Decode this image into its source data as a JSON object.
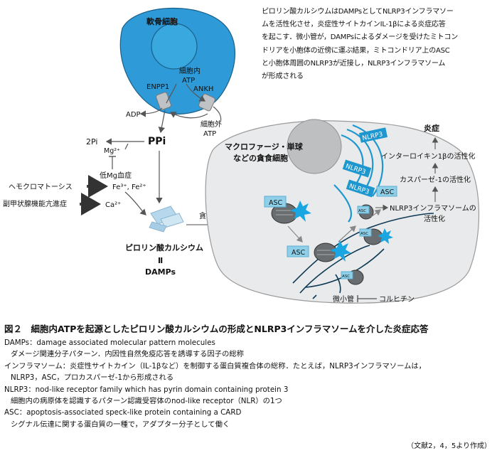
{
  "intro_lines": [
    "ピロリン酸カルシウムはDAMPsとしてNLRP3インフラマソー",
    "ムを活性化させ，炎症性サイトカインIL-1βによる炎症応答",
    "を起こす．微小管が，DAMPsによるダメージを受けたミトコン",
    "ドリアを小胞体の近傍に運ぶ結果，ミトコンドリア上のASC",
    "と小胞体周囲のNLRP3が近接し，NLRP3インフラマソーム",
    "が形成される"
  ],
  "diagram": {
    "chondrocyte": "軟骨細胞",
    "intracellular_atp": [
      "細胞内",
      "ATP"
    ],
    "enpp1": "ENPP1",
    "ankh": "ANKH",
    "adp": "ADP",
    "extracellular_atp": [
      "細胞外",
      "ATP"
    ],
    "two_pi": "2Pi",
    "ppi": "PPi",
    "mg": "Mg²⁺",
    "hypomg": "低Mg血症",
    "hemochromatosis": "ヘモクロマトーシス",
    "fe": "Fe³⁺, Fe²⁺",
    "hyperpara": "副甲状腺機能亢進症",
    "ca": "Ca²⁺",
    "cppd": "ピロリン酸カルシウム",
    "equals": "Ⅱ",
    "damps": "DAMPs",
    "phagocytosis": "貪食",
    "macrophage": [
      "マクロファージ・単球",
      "などの貪食細胞"
    ],
    "nlrp3": "NLRP3",
    "asc": "ASC",
    "inflammation": "炎症",
    "il1b": "インターロイキン1βの活性化",
    "caspase": "カスパーゼ-1の活性化",
    "inflammasome": [
      "NLRP3インフラマソームの",
      "活性化"
    ],
    "microtubule": "微小管",
    "colchicine": "コルヒチン"
  },
  "caption": "図２　細胞内ATPを起源としたピロリン酸カルシウムの形成とNLRP3インフラマソームを介した炎症応答",
  "definitions": [
    "DAMPs：damage associated molecular pattern molecules",
    "ダメージ関連分子パターン．内因性自然免疫応答を誘導する因子の総称",
    "インフラマソーム：炎症性サイトカイン（IL-1βなど）を制御する蛋白質複合体の総称．たとえば，NLRP3インフラマソームは，",
    "NLRP3，ASC，プロカスパーゼ-1から形成される",
    "NLRP3：nod-like receptor family which has pyrin domain containing protein 3",
    "細胞内の病原体を認識するパターン認識受容体のnod-like receptor（NLR）の1つ",
    "ASC：apoptosis-associated speck-like protein containing a CARD",
    "シグナル伝達に関する蛋白質の一種で，アダプター分子として働く"
  ],
  "source": "（文献2，4，5より作成）",
  "colors": {
    "cell_blue": "#2f9ad8",
    "nucleus_blue": "#39a8df",
    "asc_box": "#8fcfe8",
    "nlrp3": "#1e97cf",
    "spark": "#1aa6e0",
    "macrophage": "#e9eaeb"
  }
}
